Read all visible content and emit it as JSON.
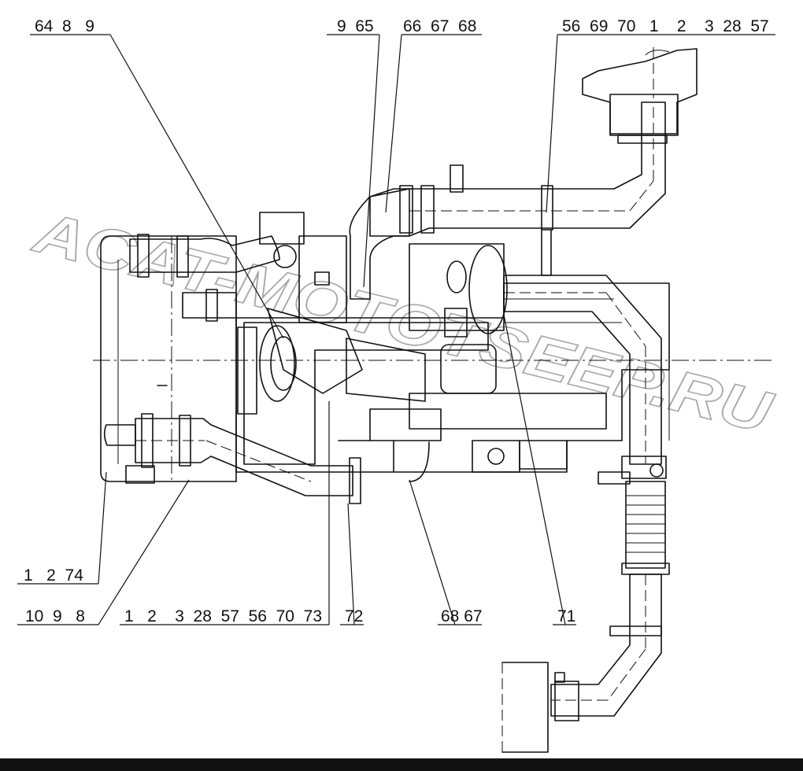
{
  "watermark": "ACAT-MOTOTSEEP.RU",
  "callouts": {
    "top_left": "64  8   9",
    "top_mid_a": "9  65",
    "top_mid_b": "66  67  68",
    "top_right": "56  69  70   1    2    3  28  57",
    "left_a": "1   2  74",
    "left_b": "10  9   8",
    "bottom_mid": "1   2    3  28  57  56  70  73",
    "bottom_72": "72",
    "bottom_6867": "68 67",
    "bottom_71": "71"
  }
}
